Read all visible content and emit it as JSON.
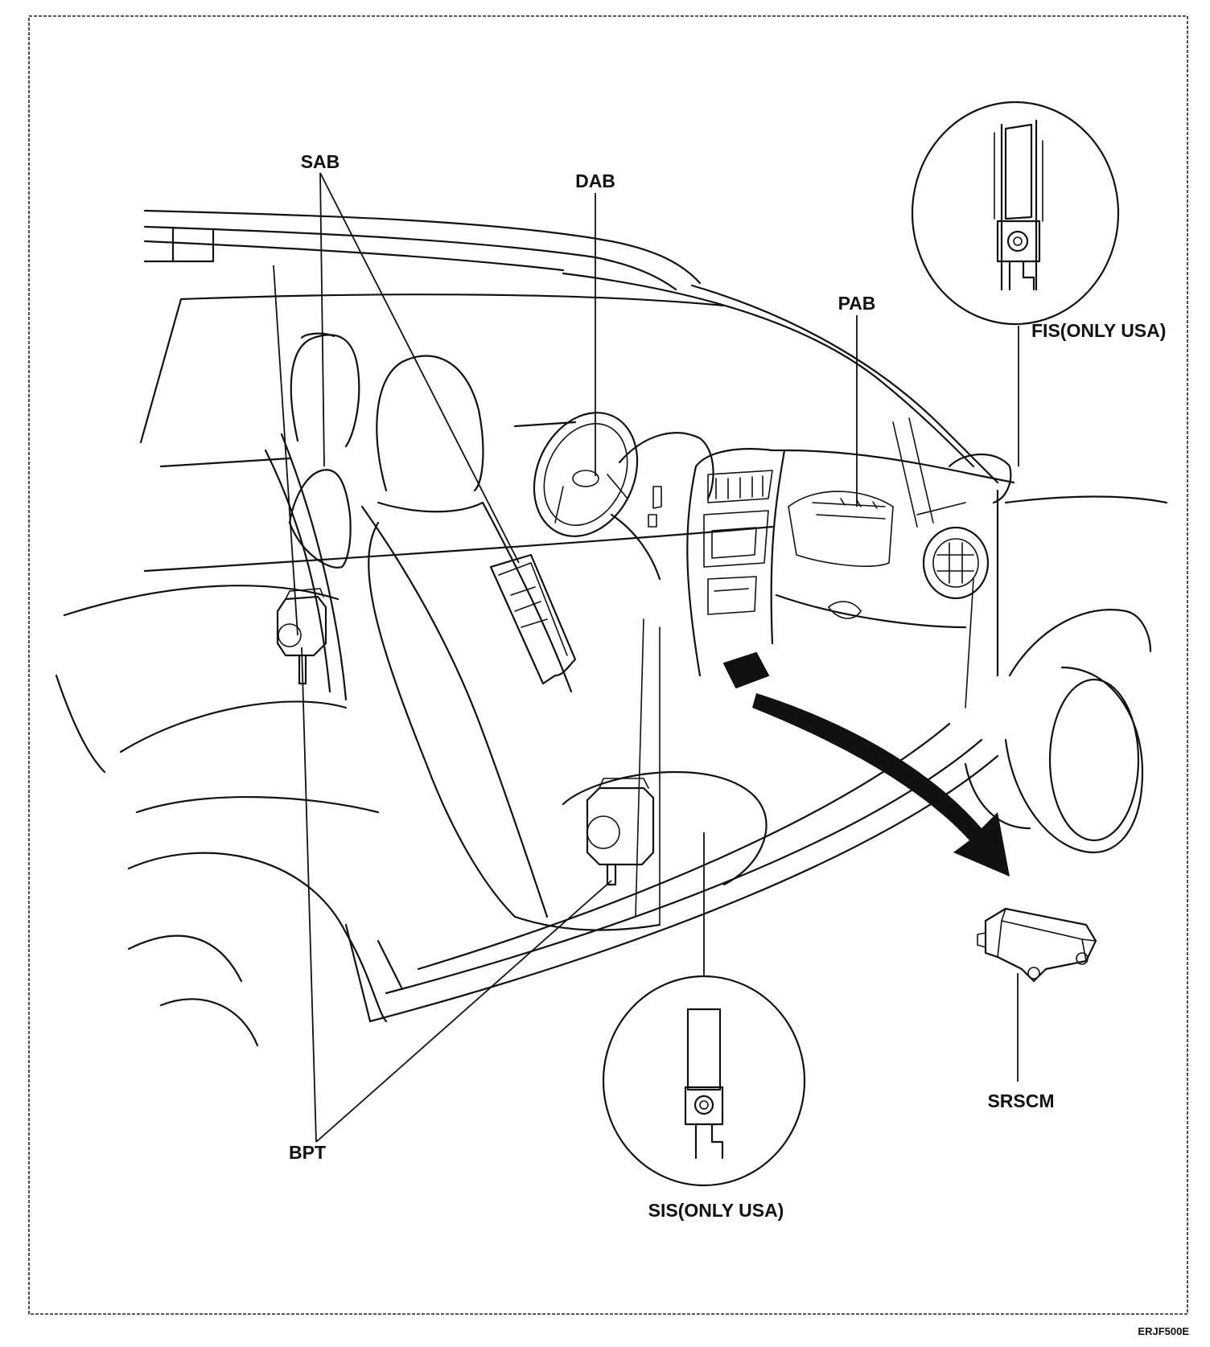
{
  "labels": {
    "sab": "SAB",
    "dab": "DAB",
    "pab": "PAB",
    "fis": "FIS(ONLY USA)",
    "bpt": "BPT",
    "sis": "SIS(ONLY USA)",
    "srscm": "SRSCM"
  },
  "figure_code": "ERJF500E"
}
